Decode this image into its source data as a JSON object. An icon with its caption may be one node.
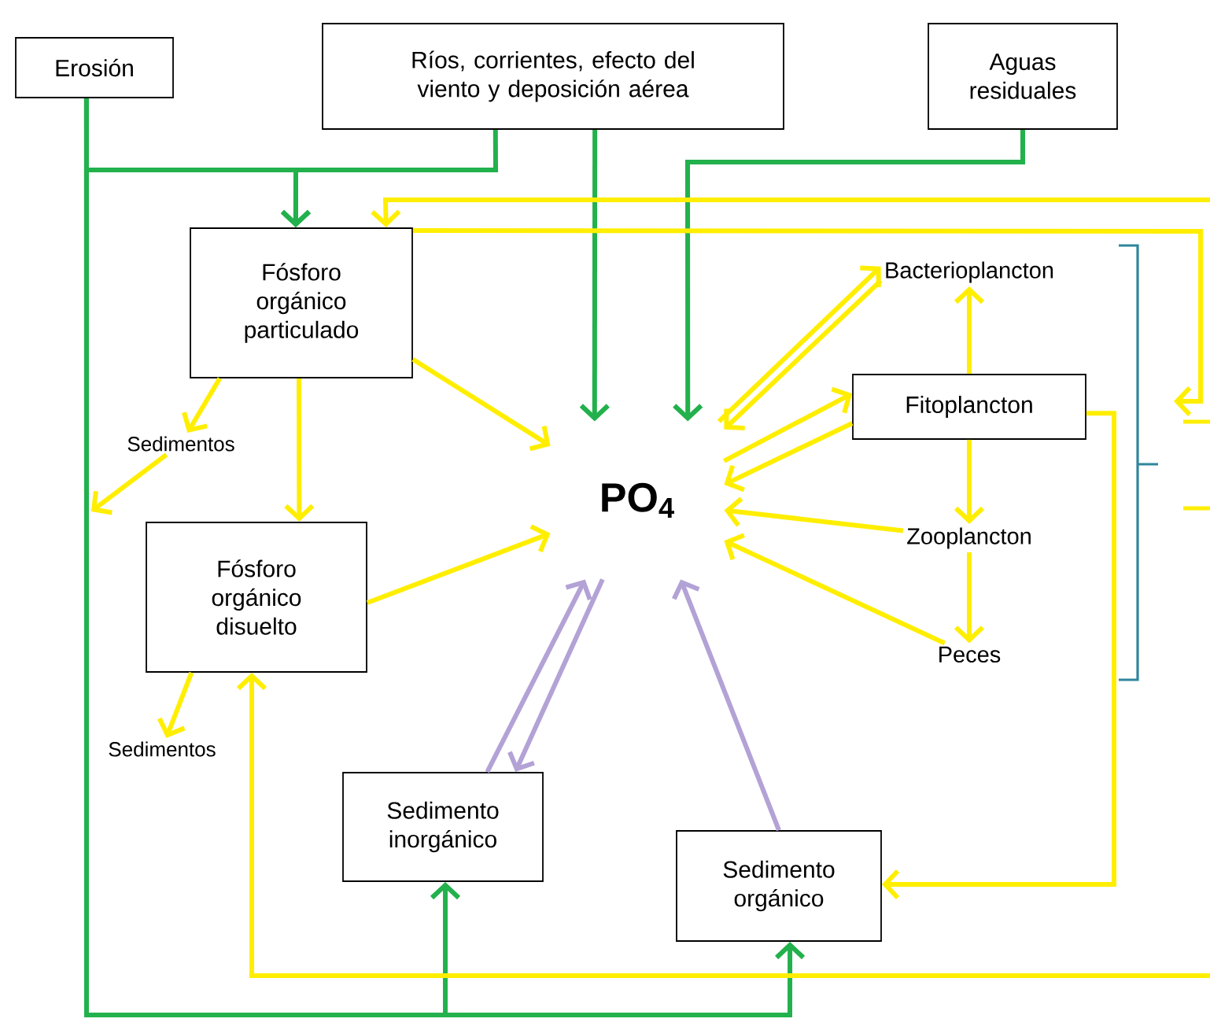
{
  "diagram": {
    "nodes": [
      {
        "text": [
          "Erosión"
        ]
      },
      {
        "text": [
          "Ríos, corrientes, efecto del viento y deposición aérea"
        ]
      },
      {
        "text": [
          "Aguas residuales"
        ]
      },
      {
        "text": [
          "Fósforo orgánico particulado"
        ]
      },
      {
        "text": [
          "Sedimentos"
        ]
      },
      {
        "text": [
          "Fósforo orgánico disuelto"
        ]
      },
      {
        "text": [
          "Sedimentos"
        ]
      },
      {
        "text": [
          "PO$_{4}$"
        ]
      },
      {
        "text": [
          "Bacterioplancton"
        ]
      },
      {
        "text": [
          "Fitoplancton"
        ]
      },
      {
        "text": [
          "Zooplancton"
        ]
      },
      {
        "text": [
          "Peces"
        ]
      },
      {
        "text": [
          "Sedimento inorgánico"
        ]
      },
      {
        "text": [
          "Sedimento orgánico"
        ]
      }
    ],
    "edges": [
      {
        "from": 0,
        "to": 3,
        "arrow": "to",
        "color": "#22b14c"
      },
      {
        "from": 1,
        "to": 3,
        "arrow": "to",
        "color": "#22b14c"
      },
      {
        "from": 0,
        "to": 12,
        "arrow": "to",
        "color": "#22b14c"
      },
      {
        "from": 0,
        "to": 13,
        "arrow": "to",
        "color": "#22b14c"
      },
      {
        "from": 1,
        "to": 7,
        "arrow": "to",
        "color": "#22b14c"
      },
      {
        "from": 2,
        "to": 7,
        "arrow": "to",
        "color": "#22b14c"
      },
      {
        "from": 3,
        "to": 4,
        "arrow": "to"
      },
      {
        "from": 4,
        "to": null,
        "arrow": "to"
      },
      {
        "from": 3,
        "to": 7,
        "arrow": "to"
      },
      {
        "from": 3,
        "to": 5,
        "arrow": "to"
      },
      {
        "from": 5,
        "to": 7,
        "arrow": "to"
      },
      {
        "from": 5,
        "to": 6,
        "arrow": "to"
      },
      {
        "from": null,
        "to": 5,
        "arrow": "to"
      },
      {
        "from": null,
        "to": 3,
        "arrow": "to"
      },
      {
        "from": 3,
        "to": null,
        "arrow": "to"
      },
      {
        "from": 7,
        "to": 8,
        "arrow": "to"
      },
      {
        "from": 8,
        "to": 7,
        "arrow": "to"
      },
      {
        "from": 7,
        "to": 9,
        "arrow": "to"
      },
      {
        "from": 9,
        "to": 7,
        "arrow": "to"
      },
      {
        "from": 10,
        "to": 7,
        "arrow": "to"
      },
      {
        "from": 11,
        "to": 7,
        "arrow": "to"
      },
      {
        "from": 9,
        "to": 8,
        "arrow": "to"
      },
      {
        "from": 9,
        "to": 10,
        "arrow": "to"
      },
      {
        "from": 10,
        "to": 11,
        "arrow": "to"
      },
      {
        "from": 9,
        "to": 13,
        "arrow": "to"
      },
      {
        "from": 12,
        "to": 7,
        "arrow": "to",
        "color": "#b3a2d6"
      },
      {
        "from": 7,
        "to": 12,
        "arrow": "to",
        "color": "#b3a2d6"
      },
      {
        "from": 13,
        "to": 7,
        "arrow": "to",
        "color": "#b3a2d6"
      }
    ]
  }
}
